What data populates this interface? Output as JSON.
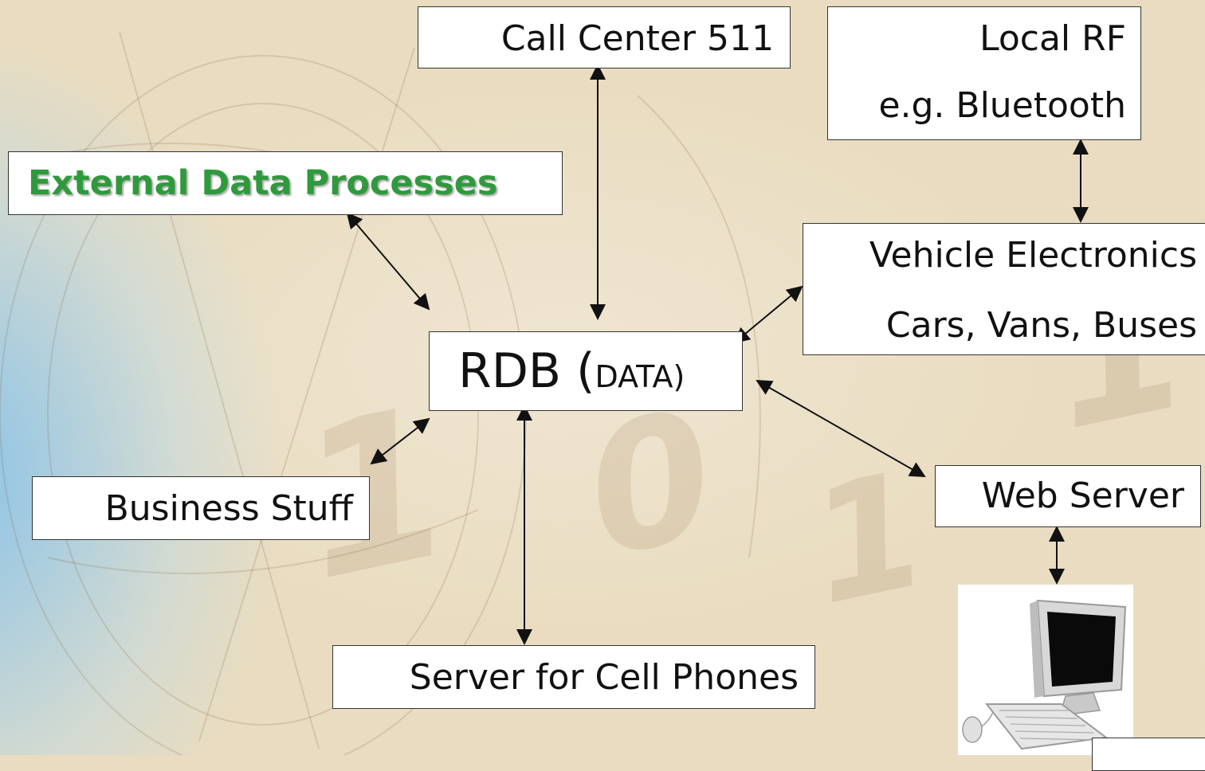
{
  "nodes": {
    "call_center": "Call Center  511",
    "local_rf": {
      "line1": "Local RF",
      "line2": "e.g. Bluetooth"
    },
    "external": "External Data Processes",
    "vehicle": {
      "line1": "Vehicle Electronics",
      "line2": "Cars, Vans, Buses"
    },
    "rdb": {
      "main": "RDB (",
      "small": "DATA)"
    },
    "business": "Business Stuff",
    "web_server": "Web Server",
    "cell_server": "Server for Cell Phones"
  },
  "colors": {
    "external_text": "#2e9a3c",
    "line": "#111111"
  }
}
